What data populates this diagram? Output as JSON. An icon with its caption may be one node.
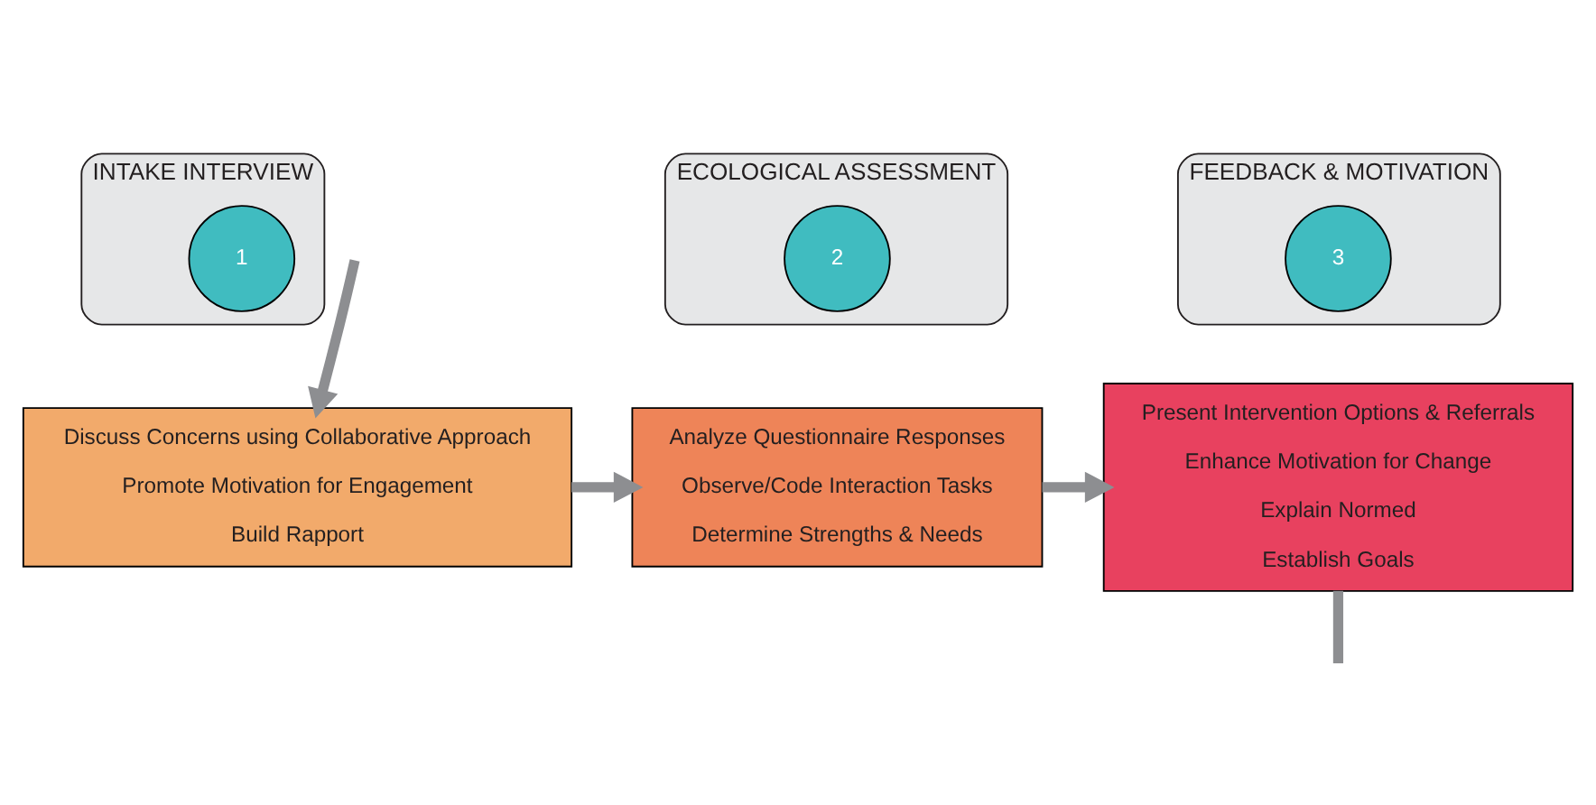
{
  "diagram": {
    "nodes": [
      {
        "text": [
          "INTAKE INTERVIEW"
        ]
      },
      {
        "text": [
          "1"
        ],
        "in": 0
      },
      {
        "text": [
          "ECOLOGICAL ASSESSMENT"
        ]
      },
      {
        "text": [
          "2"
        ],
        "in": 2
      },
      {
        "text": [
          "FEEDBACK & MOTIVATION"
        ]
      },
      {
        "text": [
          "3"
        ],
        "in": 4
      },
      {
        "text": [
          "Discuss Concerns using Collaborative Approach",
          "Promote Motivation for Engagement",
          "Build Rapport"
        ]
      },
      {
        "text": [
          "Analyze Questionnaire Responses",
          "Observe/Code Interaction Tasks",
          "Determine Strengths & Needs"
        ]
      },
      {
        "text": [
          "Present Intervention Options & Referrals",
          "Enhance Motivation for Change",
          "Explain Normed",
          "Establish Goals"
        ]
      }
    ],
    "edges": [
      {
        "from": 6,
        "to": 7,
        "arrow": "to"
      },
      {
        "from": 7,
        "to": 8,
        "arrow": "to"
      },
      {
        "from": null,
        "to": 6,
        "arrow": "to"
      },
      {
        "from": 8,
        "to": null,
        "arrow": "none"
      }
    ]
  }
}
